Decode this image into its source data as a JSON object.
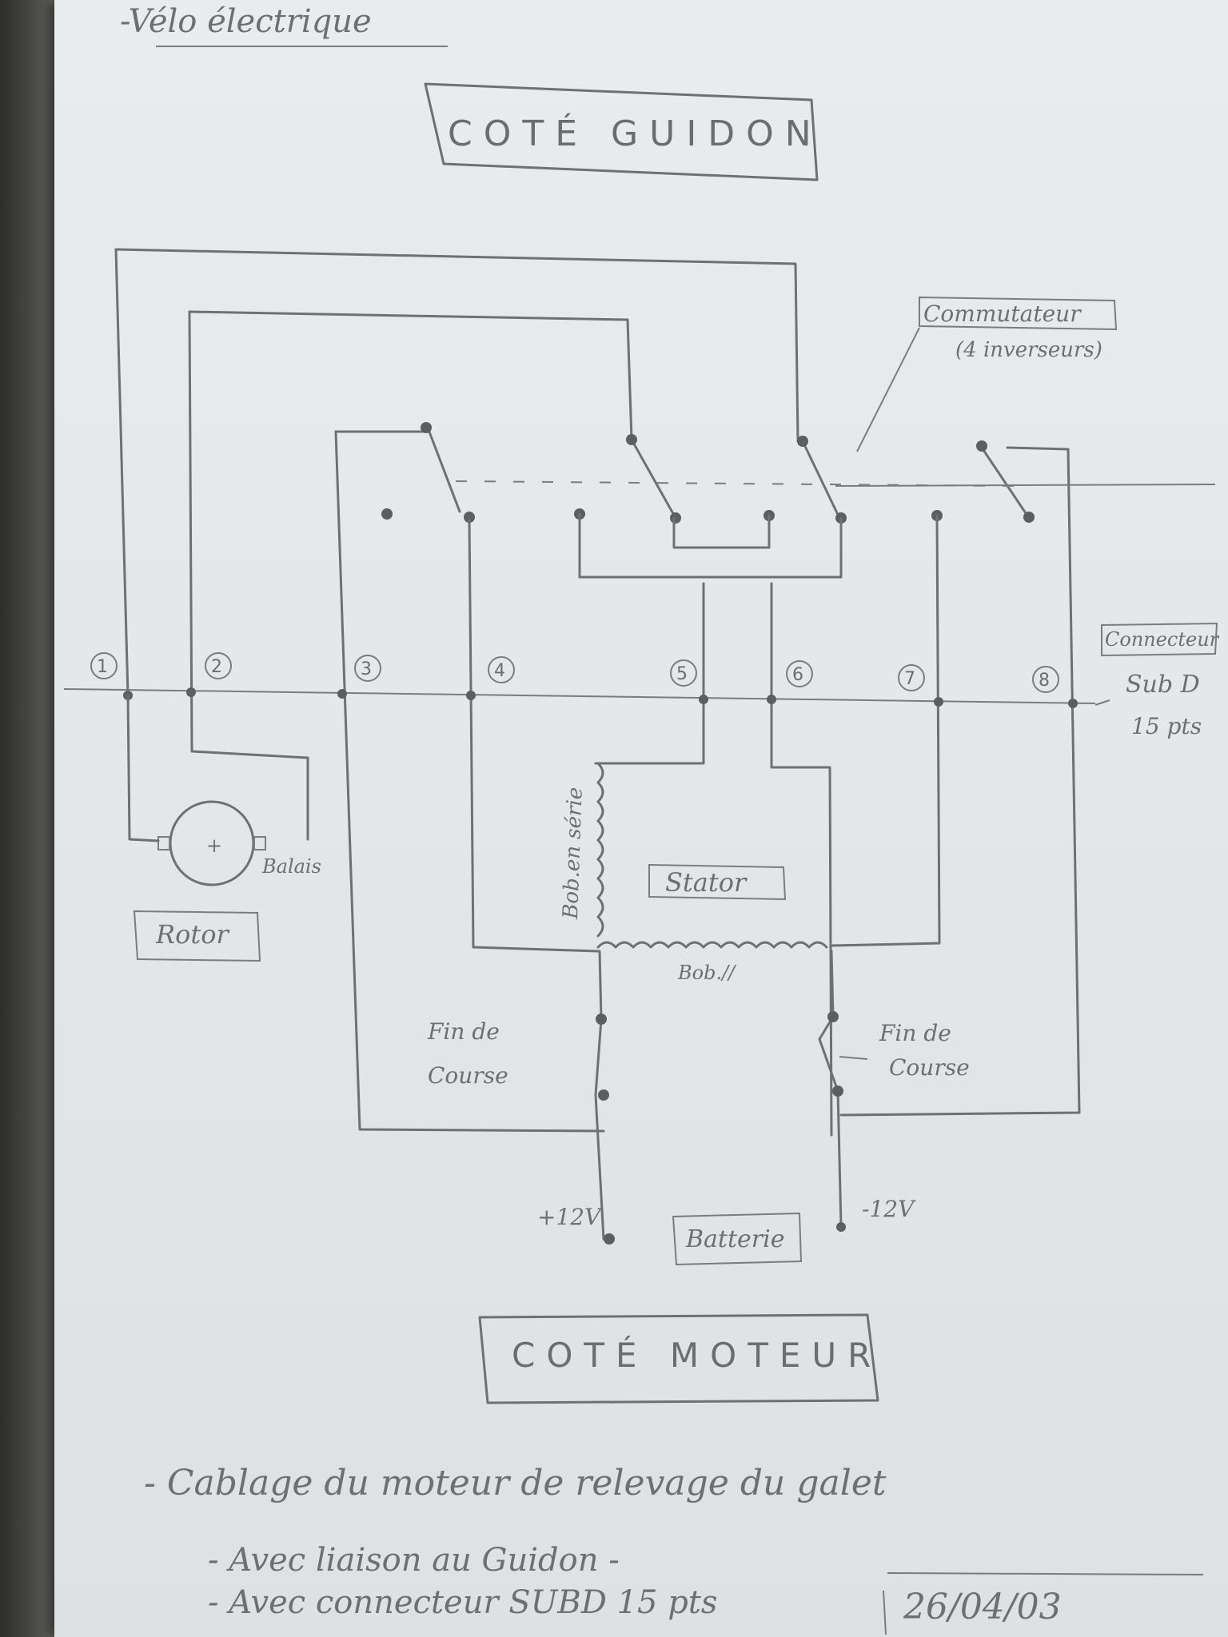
{
  "header": {
    "title": "-Vélo électrique"
  },
  "labels": {
    "top_box": "COTÉ GUIDON",
    "bottom_box": "COTÉ MOTEUR",
    "commutateur": "Commutateur",
    "commutateur_sub": "(4 inverseurs)",
    "connecteur": "Connecteur",
    "connecteur_sub1": "Sub D",
    "connecteur_sub2": "15 pts",
    "rotor": "Rotor",
    "balais": "Balais",
    "stator": "Stator",
    "bob_serie": "Bob.en série",
    "bob_par": "Bob.//",
    "fin_course_left_1": "Fin de",
    "fin_course_left_2": "Course",
    "fin_course_right_1": "Fin de",
    "fin_course_right_2": "Course",
    "plus": "+12V",
    "minus": "-12V",
    "batterie": "Batterie"
  },
  "pins": [
    "1",
    "2",
    "3",
    "4",
    "5",
    "6",
    "7",
    "8"
  ],
  "notes": {
    "line1": "- Cablage du moteur de relevage du galet",
    "line2": "- Avec liaison au Guidon -",
    "line3": "- Avec connecteur SUBD 15 pts",
    "date": "26/04/03"
  }
}
